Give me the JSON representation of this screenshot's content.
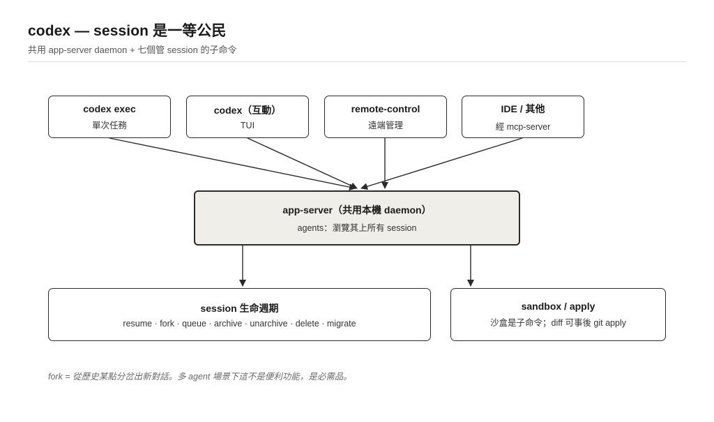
{
  "header": {
    "title": "codex — session 是一等公民",
    "subtitle": "共用 app-server daemon + 七個管 session 的子命令"
  },
  "clients": [
    {
      "title": "codex exec",
      "subtitle": "單次任務"
    },
    {
      "title": "codex（互動）",
      "subtitle": "TUI"
    },
    {
      "title": "remote-control",
      "subtitle": "遠端管理"
    },
    {
      "title": "IDE / 其他",
      "subtitle": "經 mcp-server"
    }
  ],
  "server": {
    "title": "app-server（共用本機 daemon）",
    "subtitle": "agents：瀏覽其上所有 session"
  },
  "outputs": [
    {
      "title": "session 生命週期",
      "subtitle": "resume · fork · queue · archive · unarchive · delete · migrate"
    },
    {
      "title": "sandbox / apply",
      "subtitle": "沙盒是子命令；diff 可事後 git apply"
    }
  ],
  "footnote": "fork = 從歷史某點分岔出新對話。多 agent 場景下這不是便利功能，是必需品。"
}
